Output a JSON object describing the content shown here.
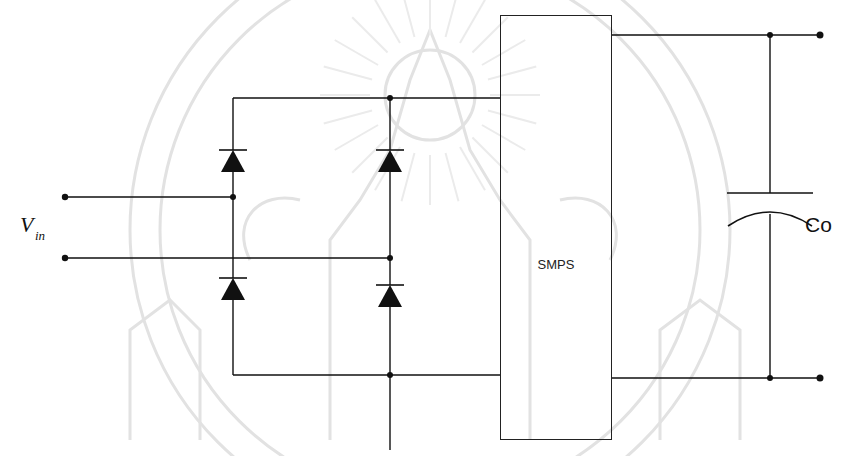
{
  "diagram": {
    "nodes": [
      {
        "text": [
          "SMPS"
        ]
      }
    ],
    "labels": [
      "V",
      "in",
      "Co"
    ]
  }
}
